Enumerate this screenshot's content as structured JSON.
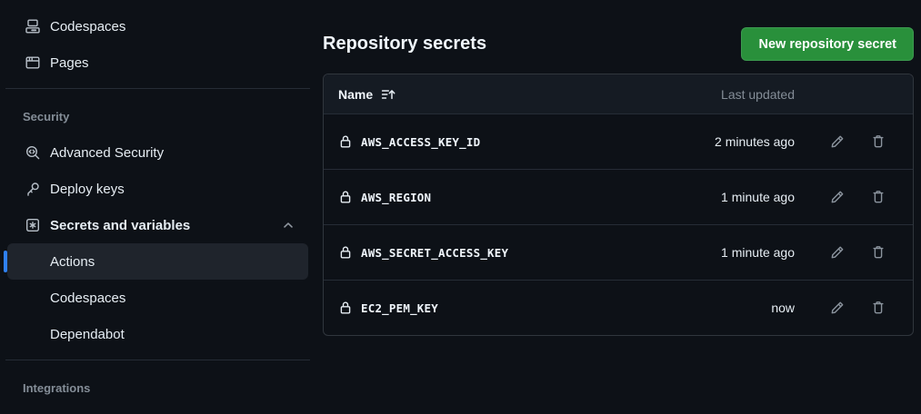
{
  "sidebar": {
    "top_items": [
      {
        "label": "Codespaces",
        "icon": "codespaces-icon"
      },
      {
        "label": "Pages",
        "icon": "browser-icon"
      }
    ],
    "security": {
      "header": "Security",
      "items": [
        {
          "label": "Advanced Security",
          "icon": "codescan-icon"
        },
        {
          "label": "Deploy keys",
          "icon": "key-icon"
        },
        {
          "label": "Secrets and variables",
          "icon": "asterisk-box-icon",
          "expanded": true
        }
      ],
      "sub_items": [
        {
          "label": "Actions",
          "selected": true
        },
        {
          "label": "Codespaces",
          "selected": false
        },
        {
          "label": "Dependabot",
          "selected": false
        }
      ]
    },
    "integrations_header": "Integrations"
  },
  "main": {
    "title": "Repository secrets",
    "new_secret_button": "New repository secret",
    "table": {
      "columns": {
        "name": "Name",
        "last_updated": "Last updated"
      },
      "sort": "name-ascending",
      "rows": [
        {
          "name": "AWS_ACCESS_KEY_ID",
          "updated": "2 minutes ago"
        },
        {
          "name": "AWS_REGION",
          "updated": "1 minute ago"
        },
        {
          "name": "AWS_SECRET_ACCESS_KEY",
          "updated": "1 minute ago"
        },
        {
          "name": "EC2_PEM_KEY",
          "updated": "now"
        }
      ]
    }
  },
  "colors": {
    "background": "#0d1117",
    "text": "#e6edf3",
    "muted": "#9198a1",
    "border": "#30363d",
    "accent_blue": "#2f81f7",
    "button_green": "#29903b",
    "table_header_bg": "#151b23",
    "selected_item_bg": "#1f242c"
  }
}
